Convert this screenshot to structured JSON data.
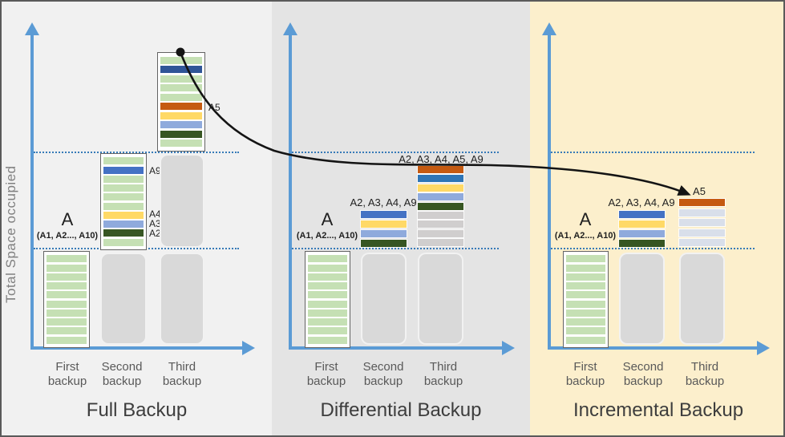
{
  "ylabel": "Total Space occupied",
  "palette": {
    "light_green": "#C5E0B4",
    "dark_green": "#375623",
    "navy": "#2F5597",
    "blue": "#2E75B6",
    "royal": "#4472C4",
    "light_blue": "#8FAADC",
    "yellow": "#FFD966",
    "orange": "#C55A11",
    "gray": "#D0CECE",
    "blue_gray": "#D9DFEA",
    "axis": "#5B9BD5",
    "dotted": "#2E75B6",
    "placeholder": "#D9D9D9",
    "curve": "#141414"
  },
  "panels": [
    {
      "title": "Full Backup",
      "bg": "#F1F1F1",
      "first_bar_label": "A",
      "first_bar_sublabel": "(A1, A2..., A10)",
      "ticks": [
        "First backup",
        "Second backup",
        "Third backup"
      ],
      "bars": {
        "first": {
          "stripes": [
            "light_green",
            "light_green",
            "light_green",
            "light_green",
            "light_green",
            "light_green",
            "light_green",
            "light_green",
            "light_green",
            "light_green"
          ]
        },
        "second": {
          "stripes": [
            "light_green",
            "royal",
            "light_green",
            "light_green",
            "light_green",
            "light_green",
            "yellow",
            "light_blue",
            "dark_green",
            "light_green"
          ],
          "side_labels": [
            "A9",
            "A4",
            "A3",
            "A2"
          ]
        },
        "third": {
          "stripes": [
            "light_green",
            "navy",
            "light_green",
            "light_green",
            "light_green",
            "orange",
            "yellow",
            "light_blue",
            "dark_green",
            "light_green"
          ],
          "side_labels": [
            "A5"
          ]
        }
      }
    },
    {
      "title": "Differential Backup",
      "bg": "#E4E4E4",
      "first_bar_label": "A",
      "first_bar_sublabel": "(A1, A2..., A10)",
      "ticks": [
        "First backup",
        "Second backup",
        "Third backup"
      ],
      "bars": {
        "first": {
          "stripes": [
            "light_green",
            "light_green",
            "light_green",
            "light_green",
            "light_green",
            "light_green",
            "light_green",
            "light_green",
            "light_green",
            "light_green"
          ]
        },
        "second": {
          "label": "A2, A3, A4, A9",
          "stripes": [
            "royal",
            "yellow",
            "light_blue",
            "dark_green"
          ]
        },
        "third": {
          "label": "A2, A3, A4, A5, A9",
          "stripes": [
            "orange",
            "blue",
            "yellow",
            "light_blue",
            "dark_green",
            "gray",
            "gray",
            "gray",
            "gray"
          ]
        }
      }
    },
    {
      "title": "Incremental Backup",
      "bg": "#FCEFCC",
      "first_bar_label": "A",
      "first_bar_sublabel": "(A1, A2..., A10)",
      "ticks": [
        "First backup",
        "Second backup",
        "Third backup"
      ],
      "bars": {
        "first": {
          "stripes": [
            "light_green",
            "light_green",
            "light_green",
            "light_green",
            "light_green",
            "light_green",
            "light_green",
            "light_green",
            "light_green",
            "light_green"
          ]
        },
        "second": {
          "label": "A2, A3, A4, A9",
          "stripes": [
            "royal",
            "yellow",
            "light_blue",
            "dark_green"
          ]
        },
        "third": {
          "label": "A5",
          "stripes": [
            "orange",
            "blue_gray",
            "blue_gray",
            "blue_gray",
            "blue_gray"
          ]
        }
      }
    }
  ]
}
